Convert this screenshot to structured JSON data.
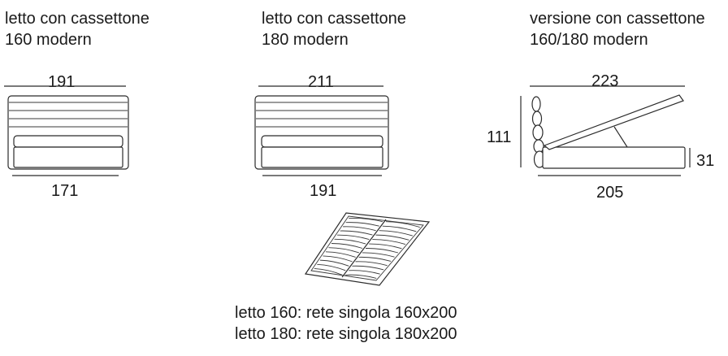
{
  "views": [
    {
      "title_line1": "letto con cassettone",
      "title_line2": "160 modern",
      "dim_top": "191",
      "dim_bottom": "171"
    },
    {
      "title_line1": "letto con cassettone",
      "title_line2": "180 modern",
      "dim_top": "211",
      "dim_bottom": "191"
    },
    {
      "title_line1": "versione con cassettone",
      "title_line2": "160/180 modern",
      "dim_top": "223",
      "dim_bottom": "205",
      "dim_height": "111",
      "dim_base_height": "31"
    }
  ],
  "slatted_base": {
    "note_line1": "letto 160: rete singola 160x200",
    "note_line2": "letto 180: rete singola 180x200"
  }
}
